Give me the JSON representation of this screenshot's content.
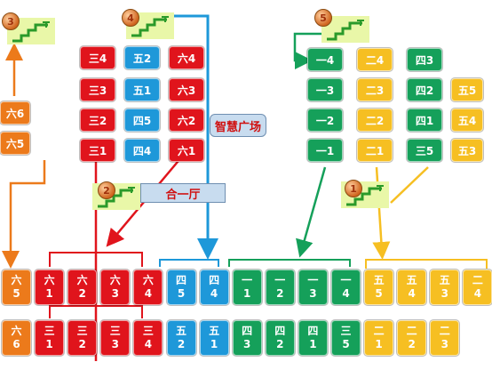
{
  "top_blue": [
    "五2",
    "五1",
    "四5",
    "四4"
  ],
  "top_red_left": [
    "三4",
    "三3",
    "三2",
    "三1"
  ],
  "top_red_right": [
    "六4",
    "六3",
    "六2",
    "六1"
  ],
  "top_green": [
    "一4",
    "一3",
    "一2",
    "一1"
  ],
  "top_yellow": [
    "二4",
    "二3",
    "二2",
    "二1"
  ],
  "top_green_right": [
    "四3",
    "四2",
    "四1",
    "三5"
  ],
  "top_yellow_right": [
    "五5",
    "五4",
    "五3"
  ],
  "left_orange": [
    "六6",
    "六5"
  ],
  "labels": {
    "plaza": "智慧广场",
    "hall": "合一厅"
  },
  "badges": [
    "3",
    "4",
    "5",
    "2",
    "1"
  ],
  "row1": [
    {
      "a": "六",
      "b": "5",
      "c": "orange"
    },
    {
      "a": "六",
      "b": "1",
      "c": "red"
    },
    {
      "a": "六",
      "b": "2",
      "c": "red"
    },
    {
      "a": "六",
      "b": "3",
      "c": "red"
    },
    {
      "a": "六",
      "b": "4",
      "c": "red"
    },
    {
      "a": "四",
      "b": "5",
      "c": "blue"
    },
    {
      "a": "四",
      "b": "4",
      "c": "blue"
    },
    {
      "a": "一",
      "b": "1",
      "c": "green"
    },
    {
      "a": "一",
      "b": "2",
      "c": "green"
    },
    {
      "a": "一",
      "b": "3",
      "c": "green"
    },
    {
      "a": "一",
      "b": "4",
      "c": "green"
    },
    {
      "a": "五",
      "b": "5",
      "c": "yellow"
    },
    {
      "a": "五",
      "b": "4",
      "c": "yellow"
    },
    {
      "a": "五",
      "b": "3",
      "c": "yellow"
    },
    {
      "a": "二",
      "b": "4",
      "c": "yellow"
    }
  ],
  "row2": [
    {
      "a": "六",
      "b": "6",
      "c": "orange"
    },
    {
      "a": "三",
      "b": "1",
      "c": "red"
    },
    {
      "a": "三",
      "b": "2",
      "c": "red"
    },
    {
      "a": "三",
      "b": "3",
      "c": "red"
    },
    {
      "a": "三",
      "b": "4",
      "c": "red"
    },
    {
      "a": "五",
      "b": "2",
      "c": "blue"
    },
    {
      "a": "五",
      "b": "1",
      "c": "blue"
    },
    {
      "a": "四",
      "b": "3",
      "c": "green"
    },
    {
      "a": "四",
      "b": "2",
      "c": "green"
    },
    {
      "a": "四",
      "b": "1",
      "c": "green"
    },
    {
      "a": "三",
      "b": "5",
      "c": "green"
    },
    {
      "a": "二",
      "b": "1",
      "c": "yellow"
    },
    {
      "a": "二",
      "b": "2",
      "c": "yellow"
    },
    {
      "a": "二",
      "b": "3",
      "c": "yellow"
    }
  ],
  "colors": {
    "blue": "#1e98d9",
    "red": "#e0141c",
    "green": "#15a05a",
    "orange": "#ec7a1b",
    "yellow": "#f6bf22"
  }
}
